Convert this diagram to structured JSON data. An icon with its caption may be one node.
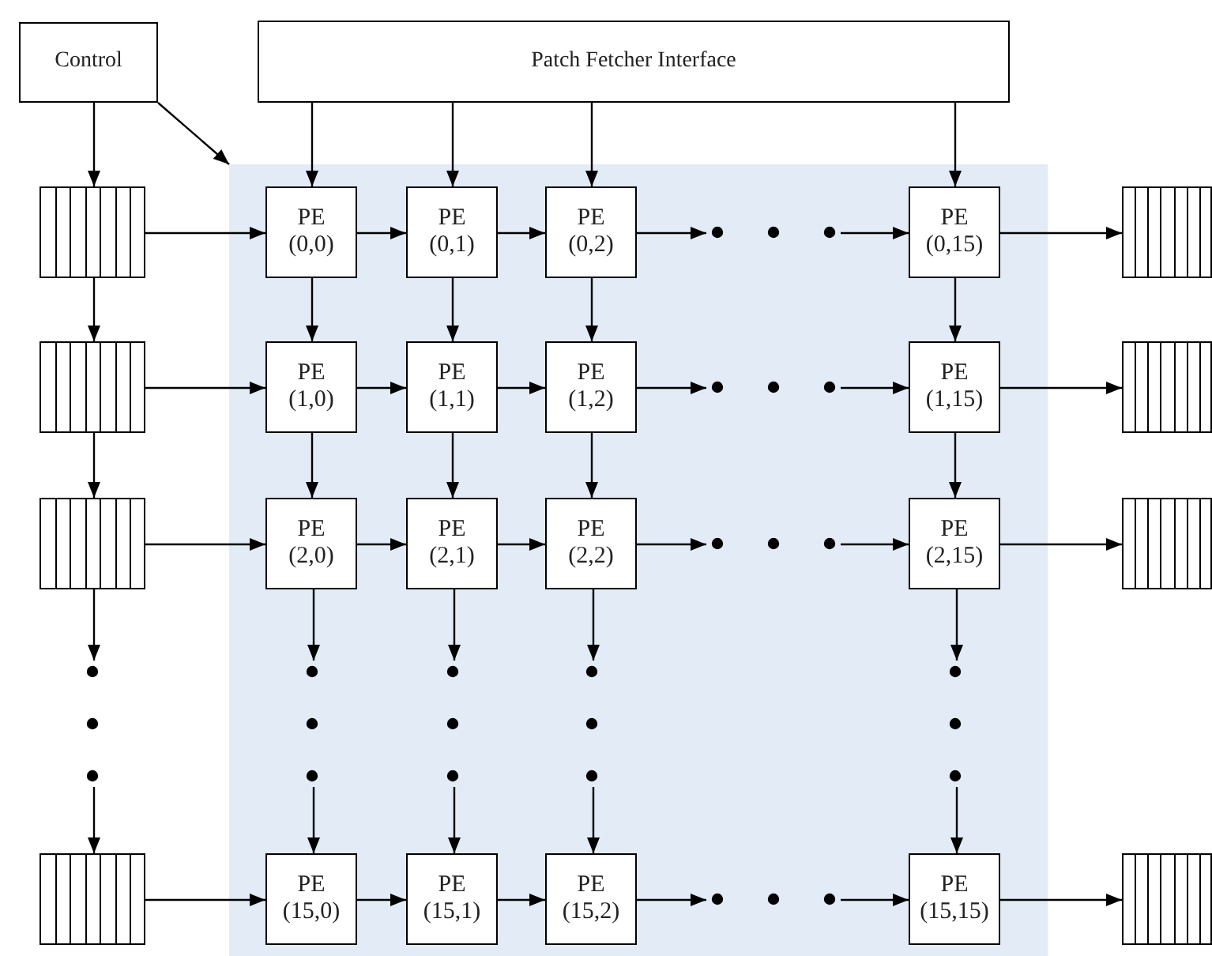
{
  "diagram": {
    "nodes": [
      {
        "text": [
          "Control"
        ]
      },
      {
        "text": [
          "Patch Fetcher Interface"
        ]
      },
      {
        "text": [],
        "shape": "box"
      },
      {
        "text": [],
        "shape": "queue"
      },
      {
        "text": [
          "PE (0,0)"
        ],
        "in": 2
      },
      {
        "text": [
          "PE (0,1)"
        ],
        "in": 2
      },
      {
        "text": [
          "PE (0,2)"
        ],
        "in": 2
      },
      {
        "text": [],
        "shape": "dots",
        "in": 2
      },
      {
        "text": [
          "PE (0,15)"
        ],
        "in": 2
      },
      {
        "text": [],
        "shape": "queue"
      },
      {
        "text": [],
        "shape": "queue"
      },
      {
        "text": [
          "PE (1,0)"
        ],
        "in": 2
      },
      {
        "text": [
          "PE (1,1)"
        ],
        "in": 2
      },
      {
        "text": [
          "PE (1,2)"
        ],
        "in": 2
      },
      {
        "text": [],
        "shape": "dots",
        "in": 2
      },
      {
        "text": [
          "PE (1,15)"
        ],
        "in": 2
      },
      {
        "text": [],
        "shape": "queue"
      },
      {
        "text": [],
        "shape": "queue"
      },
      {
        "text": [
          "PE (2,0)"
        ],
        "in": 2
      },
      {
        "text": [
          "PE (2,1)"
        ],
        "in": 2
      },
      {
        "text": [
          "PE (2,2)"
        ],
        "in": 2
      },
      {
        "text": [],
        "shape": "dots",
        "in": 2
      },
      {
        "text": [
          "PE (2,15)"
        ],
        "in": 2
      },
      {
        "text": [],
        "shape": "queue"
      },
      {
        "text": [],
        "shape": "dots"
      },
      {
        "text": [],
        "shape": "dots",
        "in": 2
      },
      {
        "text": [],
        "shape": "dots",
        "in": 2
      },
      {
        "text": [],
        "shape": "dots",
        "in": 2
      },
      {
        "text": [],
        "shape": "dots",
        "in": 2
      },
      {
        "text": [],
        "shape": "queue"
      },
      {
        "text": [
          "PE (15,0)"
        ],
        "in": 2
      },
      {
        "text": [
          "PE (15,1)"
        ],
        "in": 2
      },
      {
        "text": [
          "PE (15,2)"
        ],
        "in": 2
      },
      {
        "text": [],
        "shape": "dots",
        "in": 2
      },
      {
        "text": [
          "PE (15,15)"
        ],
        "in": 2
      },
      {
        "text": [],
        "shape": "queue"
      }
    ],
    "edges": [
      {
        "from": 0,
        "to": 3,
        "arrow": "to"
      },
      {
        "from": 0,
        "to": 2,
        "arrow": "to"
      },
      {
        "from": 1,
        "to": 4,
        "arrow": "to"
      },
      {
        "from": 1,
        "to": 5,
        "arrow": "to"
      },
      {
        "from": 1,
        "to": 6,
        "arrow": "to"
      },
      {
        "from": 1,
        "to": 8,
        "arrow": "to"
      },
      {
        "from": 3,
        "to": 4,
        "arrow": "to"
      },
      {
        "from": 4,
        "to": 5,
        "arrow": "to"
      },
      {
        "from": 5,
        "to": 6,
        "arrow": "to"
      },
      {
        "from": 6,
        "to": 7,
        "arrow": "to"
      },
      {
        "from": 7,
        "to": 8,
        "arrow": "to"
      },
      {
        "from": 8,
        "to": 9,
        "arrow": "to"
      },
      {
        "from": 10,
        "to": 11,
        "arrow": "to"
      },
      {
        "from": 11,
        "to": 12,
        "arrow": "to"
      },
      {
        "from": 12,
        "to": 13,
        "arrow": "to"
      },
      {
        "from": 13,
        "to": 14,
        "arrow": "to"
      },
      {
        "from": 14,
        "to": 15,
        "arrow": "to"
      },
      {
        "from": 15,
        "to": 16,
        "arrow": "to"
      },
      {
        "from": 17,
        "to": 18,
        "arrow": "to"
      },
      {
        "from": 18,
        "to": 19,
        "arrow": "to"
      },
      {
        "from": 19,
        "to": 20,
        "arrow": "to"
      },
      {
        "from": 20,
        "to": 21,
        "arrow": "to"
      },
      {
        "from": 21,
        "to": 22,
        "arrow": "to"
      },
      {
        "from": 22,
        "to": 23,
        "arrow": "to"
      },
      {
        "from": 29,
        "to": 30,
        "arrow": "to"
      },
      {
        "from": 30,
        "to": 31,
        "arrow": "to"
      },
      {
        "from": 31,
        "to": 32,
        "arrow": "to"
      },
      {
        "from": 32,
        "to": 33,
        "arrow": "to"
      },
      {
        "from": 33,
        "to": 34,
        "arrow": "to"
      },
      {
        "from": 34,
        "to": 35,
        "arrow": "to"
      },
      {
        "from": 3,
        "to": 10,
        "arrow": "to"
      },
      {
        "from": 10,
        "to": 17,
        "arrow": "to"
      },
      {
        "from": 17,
        "to": 24,
        "arrow": "to"
      },
      {
        "from": 24,
        "to": 29,
        "arrow": "to"
      },
      {
        "from": 4,
        "to": 11,
        "arrow": "to"
      },
      {
        "from": 11,
        "to": 18,
        "arrow": "to"
      },
      {
        "from": 18,
        "to": 25,
        "arrow": "to"
      },
      {
        "from": 25,
        "to": 30,
        "arrow": "to"
      },
      {
        "from": 5,
        "to": 12,
        "arrow": "to"
      },
      {
        "from": 12,
        "to": 19,
        "arrow": "to"
      },
      {
        "from": 19,
        "to": 26,
        "arrow": "to"
      },
      {
        "from": 26,
        "to": 31,
        "arrow": "to"
      },
      {
        "from": 6,
        "to": 13,
        "arrow": "to"
      },
      {
        "from": 13,
        "to": 20,
        "arrow": "to"
      },
      {
        "from": 20,
        "to": 27,
        "arrow": "to"
      },
      {
        "from": 27,
        "to": 32,
        "arrow": "to"
      },
      {
        "from": 8,
        "to": 15,
        "arrow": "to"
      },
      {
        "from": 15,
        "to": 22,
        "arrow": "to"
      },
      {
        "from": 22,
        "to": 28,
        "arrow": "to"
      },
      {
        "from": 28,
        "to": 34,
        "arrow": "to"
      }
    ]
  }
}
